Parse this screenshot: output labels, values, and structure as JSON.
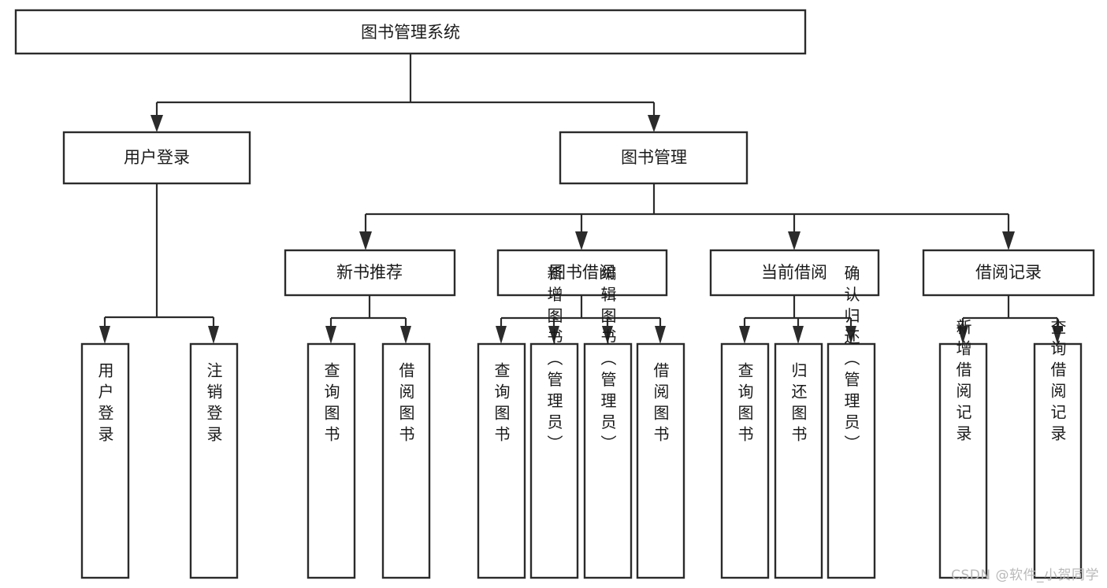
{
  "diagram": {
    "title": "图书管理系统",
    "type": "tree-hierarchy",
    "root": {
      "id": "root",
      "label": "图书管理系统",
      "orientation": "horizontal"
    },
    "level2": [
      {
        "id": "user-login",
        "label": "用户登录",
        "orientation": "horizontal"
      },
      {
        "id": "book-management",
        "label": "图书管理",
        "orientation": "horizontal"
      }
    ],
    "level3": [
      {
        "id": "new-book-recommend",
        "label": "新书推荐",
        "parent": "book-management",
        "orientation": "horizontal"
      },
      {
        "id": "book-borrow",
        "label": "图书借阅",
        "parent": "book-management",
        "orientation": "horizontal"
      },
      {
        "id": "current-borrow",
        "label": "当前借阅",
        "parent": "book-management",
        "orientation": "horizontal"
      },
      {
        "id": "borrow-record",
        "label": "借阅记录",
        "parent": "book-management",
        "orientation": "horizontal"
      }
    ],
    "leaves": [
      {
        "id": "leaf-user-login",
        "label": "用户登录",
        "parent": "user-login",
        "orientation": "vertical"
      },
      {
        "id": "leaf-user-logout",
        "label": "注销登录",
        "parent": "user-login",
        "orientation": "vertical"
      },
      {
        "id": "leaf-query-book-1",
        "label": "查询图书",
        "parent": "new-book-recommend",
        "orientation": "vertical"
      },
      {
        "id": "leaf-borrow-book-1",
        "label": "借阅图书",
        "parent": "new-book-recommend",
        "orientation": "vertical"
      },
      {
        "id": "leaf-query-book-2",
        "label": "查询图书",
        "parent": "book-borrow",
        "orientation": "vertical"
      },
      {
        "id": "leaf-add-book",
        "label": "新增图书（管理员）",
        "parent": "book-borrow",
        "orientation": "vertical"
      },
      {
        "id": "leaf-edit-book",
        "label": "编辑图书（管理员）",
        "parent": "book-borrow",
        "orientation": "vertical"
      },
      {
        "id": "leaf-borrow-book-2",
        "label": "借阅图书",
        "parent": "book-borrow",
        "orientation": "vertical"
      },
      {
        "id": "leaf-query-book-3",
        "label": "查询图书",
        "parent": "current-borrow",
        "orientation": "vertical"
      },
      {
        "id": "leaf-return-book",
        "label": "归还图书",
        "parent": "current-borrow",
        "orientation": "vertical"
      },
      {
        "id": "leaf-confirm-return",
        "label": "确认归还（管理员）",
        "parent": "current-borrow",
        "orientation": "vertical"
      },
      {
        "id": "leaf-add-record",
        "label": "新增借阅记录",
        "parent": "borrow-record",
        "orientation": "vertical"
      },
      {
        "id": "leaf-query-record",
        "label": "查询借阅记录",
        "parent": "borrow-record",
        "orientation": "vertical"
      }
    ]
  },
  "watermark": {
    "text": "CSDN @软件_小贺同学"
  },
  "colors": {
    "box_stroke": "#2b2b2b",
    "box_fill": "#ffffff",
    "text": "#1a1a1a",
    "connector": "#2b2b2b",
    "watermark": "#b9b9b9",
    "background": "#ffffff"
  }
}
